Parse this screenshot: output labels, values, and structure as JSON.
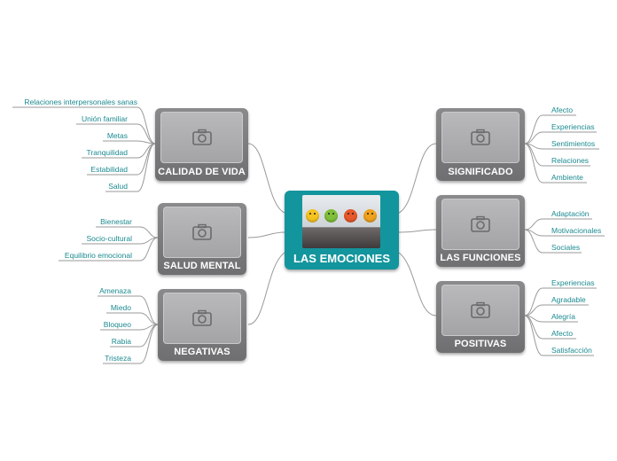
{
  "center": {
    "title": "LAS EMOCIONES"
  },
  "branches": {
    "calidad": {
      "label": "CALIDAD DE VIDA",
      "items": [
        "Relaciones interpersonales sanas",
        "Unión familiar",
        "Metas",
        "Tranquilidad",
        "Estabilidad",
        "Salud"
      ]
    },
    "salud": {
      "label": "SALUD MENTAL",
      "items": [
        "Bienestar",
        "Socio-cultural",
        "Equilibrio emocional"
      ]
    },
    "negativas": {
      "label": "NEGATIVAS",
      "items": [
        "Amenaza",
        "Miedo",
        "Bloqueo",
        "Rabia",
        "Tristeza"
      ]
    },
    "significado": {
      "label": "SIGNIFICADO",
      "items": [
        "Afecto",
        "Experiencias",
        "Sentimientos",
        "Relaciones",
        "Ambiente"
      ]
    },
    "funciones": {
      "label": "LAS FUNCIONES",
      "items": [
        "Adaptación",
        "Motivacionales",
        "Sociales"
      ]
    },
    "positivas": {
      "label": "POSITIVAS",
      "items": [
        "Experiencias",
        "Agradable",
        "Alegría",
        "Afecto",
        "Satisfacción"
      ]
    }
  },
  "colors": {
    "center": "#13959d",
    "node": "#7c7c7e",
    "link": "#8a8a8a",
    "leaf_text": "#1b8a91"
  },
  "icons": {
    "node_placeholder": "camera-icon"
  }
}
